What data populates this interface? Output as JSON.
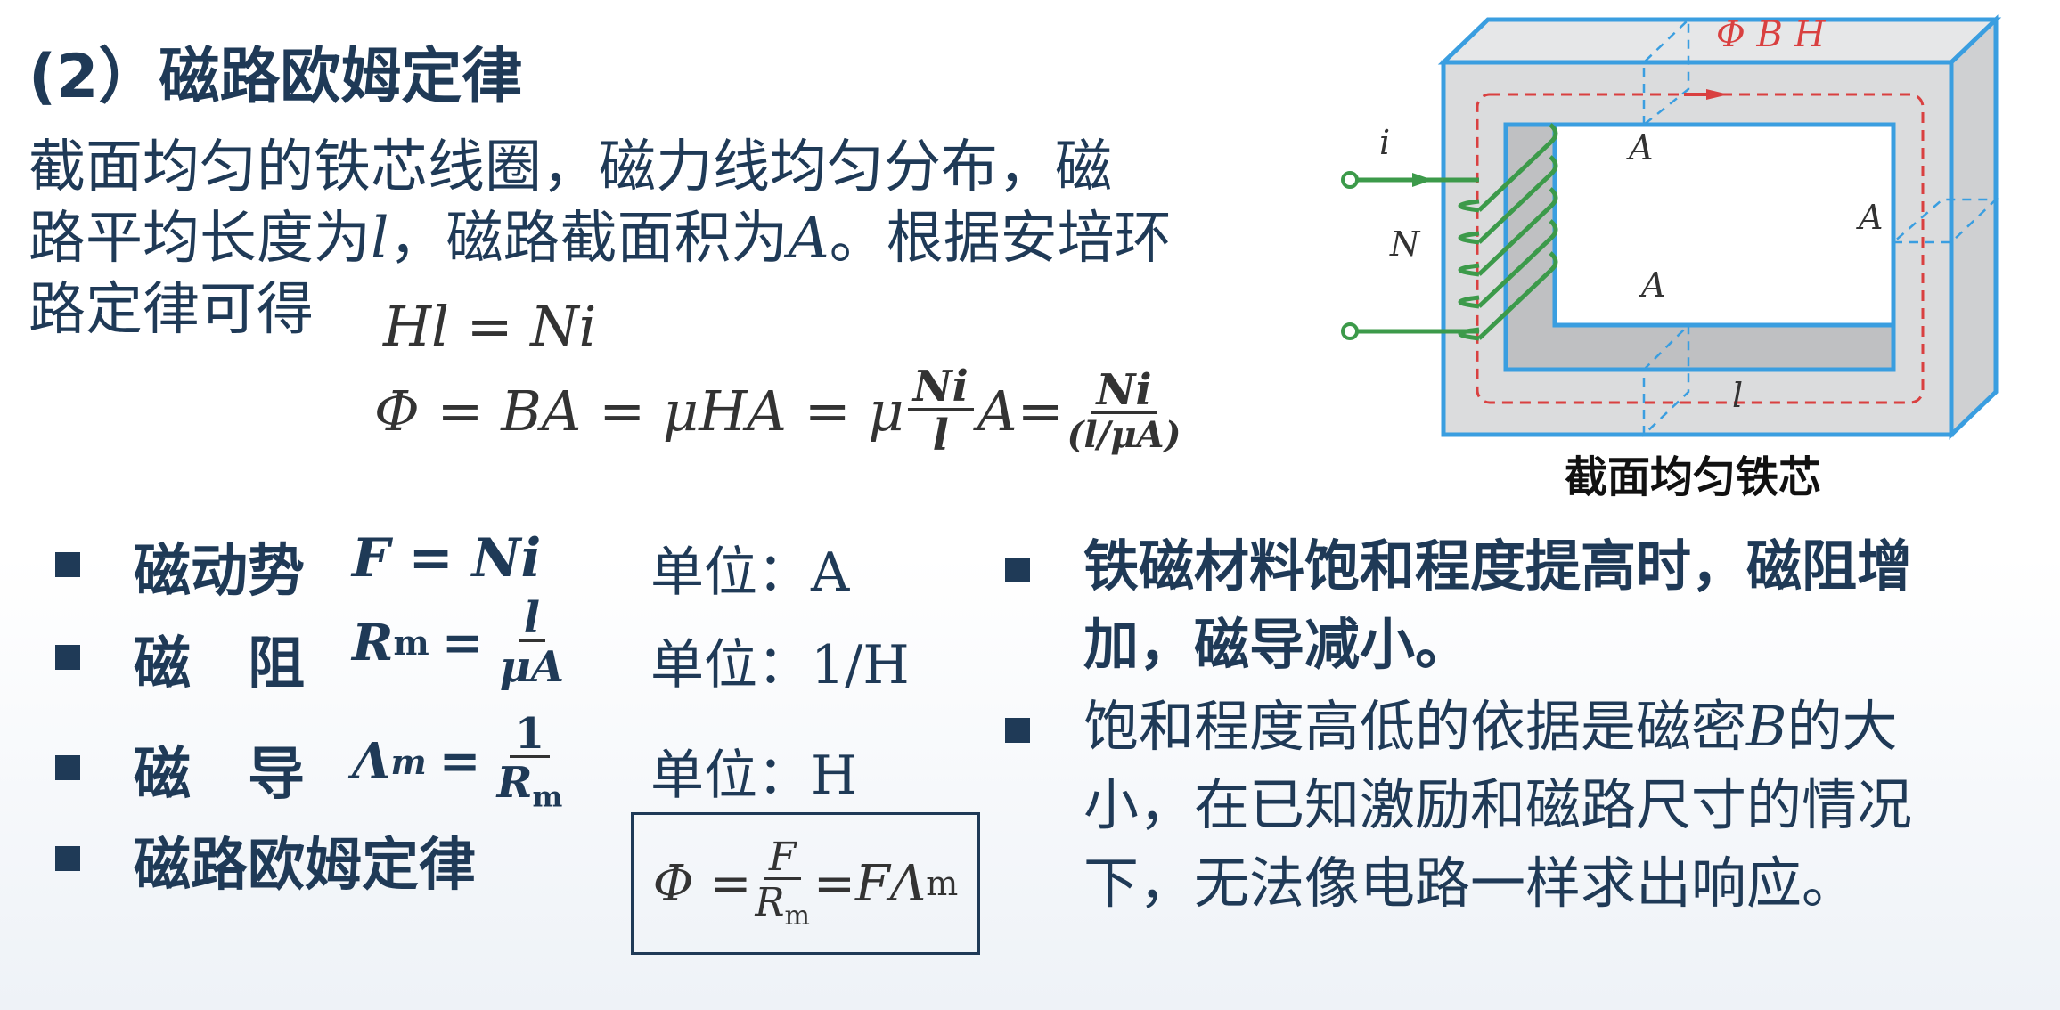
{
  "title": "(2）磁路欧姆定律",
  "intro": {
    "line1": "截面均匀的铁芯线圈，磁力线均匀分布，磁",
    "line2_a": "路平均长度为",
    "var_l": "l",
    "line2_b": "，磁路截面积为",
    "var_A": "A",
    "line2_c": "。根据安培环",
    "line3": "路定律可得"
  },
  "equations": {
    "ampere": "Hl = Ni",
    "flux_lhs": "Φ = BA = μHA = μ",
    "flux_f1_num": "Ni",
    "flux_f1_den": "l",
    "flux_mid": "A=",
    "flux_f2_num": "Ni",
    "flux_f2_den": "(l/μA)"
  },
  "bullets_left": [
    {
      "label": "磁动势",
      "eq": "F = Ni",
      "unit_label": "单位：",
      "unit": "A"
    },
    {
      "label": "磁　阻",
      "eq_lhs": "R",
      "eq_sub": "m",
      "eq_num": "l",
      "eq_den": "μA",
      "unit_label": "单位：",
      "unit": "1/H"
    },
    {
      "label": "磁　导",
      "eq_lhs": "Λ",
      "eq_sub": "m",
      "eq_num": "1",
      "eq_den": "R",
      "eq_den_sub": "m",
      "unit_label": "单位：",
      "unit": "H"
    },
    {
      "label": "磁路欧姆定律"
    }
  ],
  "ohm_law": {
    "lhs": "Φ =",
    "num": "F",
    "den": "R",
    "den_sub": "m",
    "rhs": "=FΛ",
    "rhs_sub": "m"
  },
  "bullets_right": [
    {
      "text1": "铁磁材料饱和程度提高时，磁阻增",
      "text2": "加，磁导减小。"
    },
    {
      "text1_a": "饱和程度高低的依据是磁密",
      "var": "B",
      "text1_b": "的大",
      "text2": "小，在已知激励和磁路尺寸的情况",
      "text3": "下，无法像电路一样求出响应。"
    }
  ],
  "diagram": {
    "caption": "截面均匀铁芯",
    "labels": {
      "phi_b_h": "Φ B H",
      "i": "i",
      "N": "N",
      "A_top": "A",
      "A_right": "A",
      "A_bottom": "A",
      "l": "l"
    },
    "colors": {
      "core_edge": "#3a9ee0",
      "core_fill": "#d9dadb",
      "flux": "#d94040",
      "coil": "#3c9a4a"
    }
  },
  "colors": {
    "text": "#1f3a57"
  }
}
